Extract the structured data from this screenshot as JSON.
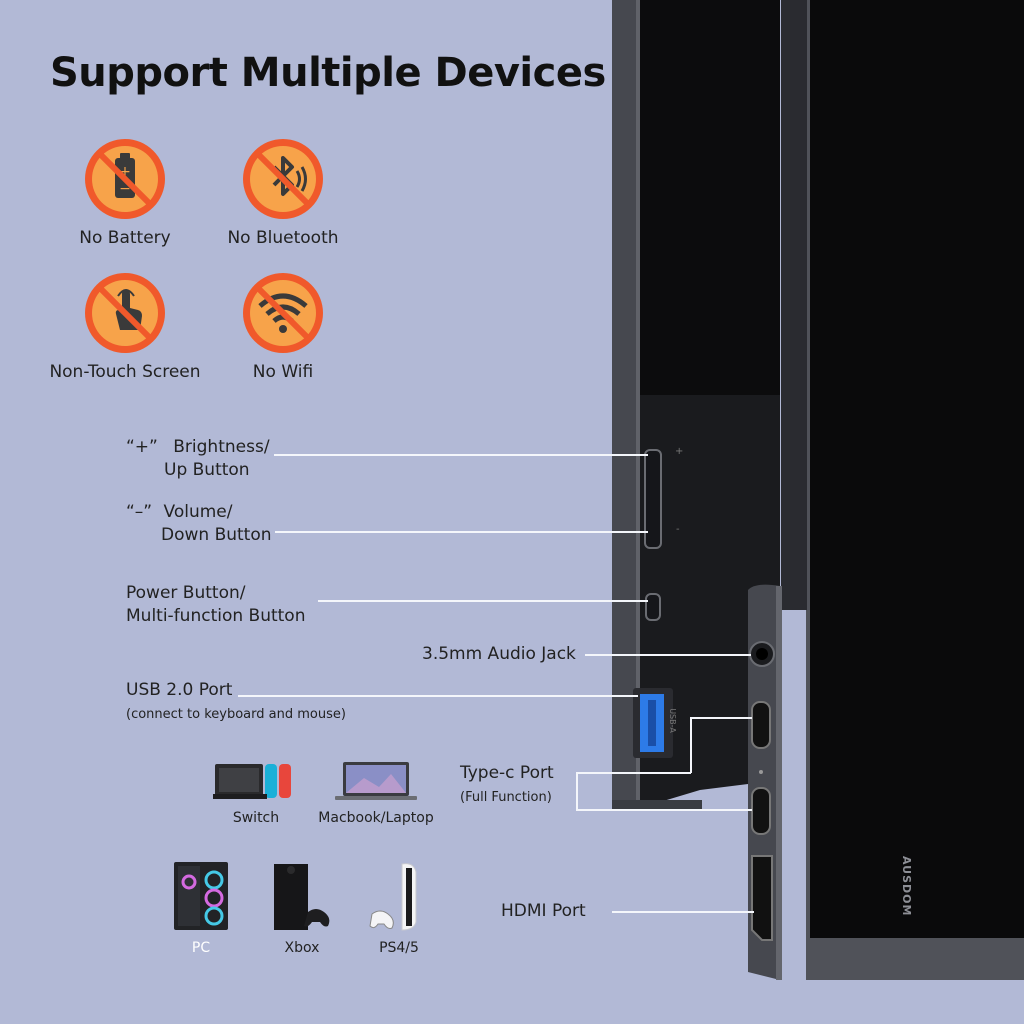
{
  "heading": "Support Multiple Devices",
  "features": [
    {
      "label": "No Battery",
      "icon": "battery-icon"
    },
    {
      "label": "No Bluetooth",
      "icon": "bluetooth-icon"
    },
    {
      "label": "Non-Touch Screen",
      "icon": "touch-hand-icon"
    },
    {
      "label": "No Wifi",
      "icon": "wifi-icon"
    }
  ],
  "ports": {
    "brightness": {
      "symbol": "“+”",
      "line1": "Brightness/",
      "line2": "Up Button"
    },
    "volume": {
      "symbol": "“–”",
      "line1": "Volume/",
      "line2": "Down Button"
    },
    "power": {
      "line1": "Power Button/",
      "line2": "Multi-function Button"
    },
    "audio": {
      "label": "3.5mm Audio Jack"
    },
    "usb": {
      "label": "USB 2.0 Port",
      "note": "(connect to keyboard and mouse)"
    },
    "typec": {
      "label": "Type-c Port",
      "note": "(Full Function)"
    },
    "hdmi": {
      "label": "HDMI Port"
    }
  },
  "devices": [
    {
      "label": "Switch"
    },
    {
      "label": "Macbook/Laptop"
    },
    {
      "label": "PC"
    },
    {
      "label": "Xbox"
    },
    {
      "label": "PS4/5"
    }
  ],
  "brand": "AUSDOM",
  "monitor_text": {
    "plus": "+",
    "minus": "-",
    "usb_mark": "USB-A"
  },
  "colors": {
    "background": "#b2b9d6",
    "badge_outer": "#f0592b",
    "badge_inner": "#f7a34a",
    "usb_blue": "#2d7be8",
    "frame": "#4c4e55"
  }
}
